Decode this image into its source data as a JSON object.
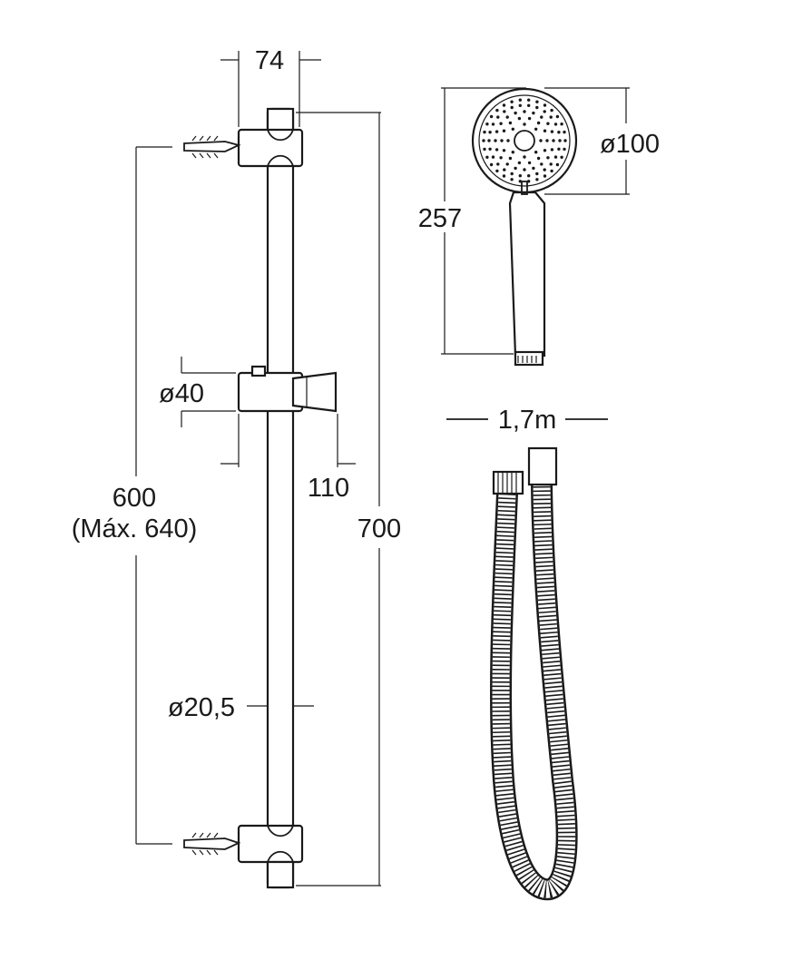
{
  "dimensions": {
    "bar_width": "74",
    "holder_diameter": "ø40",
    "holder_offset": "110",
    "bracket_distance": "600",
    "bracket_distance_max": "(Máx. 640)",
    "bar_length": "700",
    "bar_diameter": "ø20,5",
    "handshower_head_diameter": "ø100",
    "handshower_length": "257",
    "hose_length": "1,7m"
  },
  "colors": {
    "line": "#1a1a1a",
    "background": "#ffffff"
  }
}
